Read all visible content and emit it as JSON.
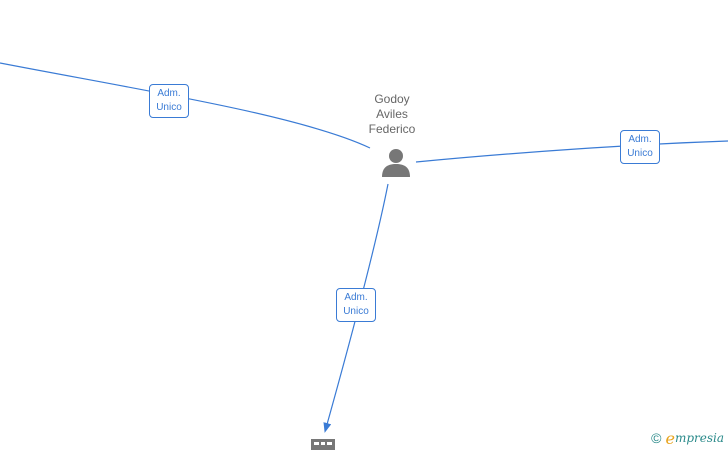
{
  "person": {
    "name_lines": [
      "Godoy",
      "Aviles",
      "Federico"
    ],
    "icon": "person-icon"
  },
  "company": {
    "icon": "building-icon"
  },
  "edges": [
    {
      "role_line1": "Adm.",
      "role_line2": "Unico"
    },
    {
      "role_line1": "Adm.",
      "role_line2": "Unico"
    },
    {
      "role_line1": "Adm.",
      "role_line2": "Unico"
    }
  ],
  "watermark": {
    "copyright": "©",
    "brand_initial": "e",
    "brand_rest": "mpresia"
  },
  "colors": {
    "edge": "#3a7bd5",
    "node_icon": "#777777",
    "brand_accent": "#e8a31b",
    "brand_text": "#2a8a8a"
  }
}
